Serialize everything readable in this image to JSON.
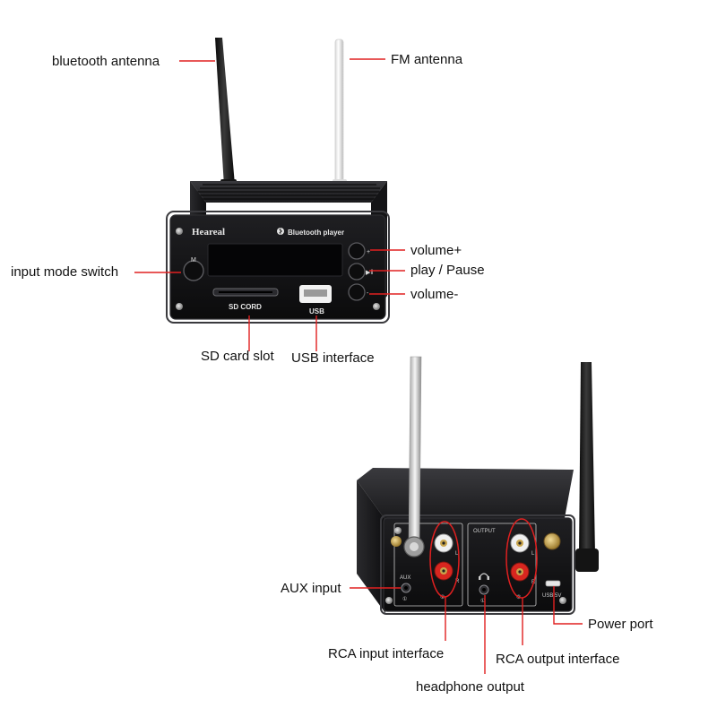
{
  "callouts": {
    "bluetooth_antenna": "bluetooth antenna",
    "fm_antenna": "FM antenna",
    "volume_up": "volume+",
    "play_pause": "play / Pause",
    "volume_down": "volume-",
    "input_mode_switch": "input mode switch",
    "sd_card_slot": "SD card slot",
    "usb_interface": "USB interface",
    "aux_input": "AUX input",
    "power_port": "Power port",
    "rca_input": "RCA input interface",
    "rca_output": "RCA output interface",
    "headphone_output": "headphone output"
  },
  "front_panel": {
    "brand": "Heareal",
    "bluetooth_label": "Bluetooth player",
    "sd_label": "SD CORD",
    "usb_label": "USB",
    "mode_button_glyph": "M",
    "vol_up_glyph": "+",
    "play_glyph": "▶‖",
    "vol_down_glyph": "-"
  },
  "rear_panel": {
    "aux_label": "AUX",
    "output_label": "OUTPUT",
    "power_label": "USB 5V",
    "input_l": "L",
    "input_r": "R",
    "output_l": "L",
    "output_r": "R",
    "num_1": "①",
    "num_2": "②"
  },
  "colors": {
    "leader_red": "#e02020",
    "device_black": "#1c1c1e",
    "device_face": "#101012",
    "rca_white": "#f0f0f0",
    "rca_red": "#d8261f",
    "gold": "#c9a650"
  },
  "icons": [
    "bluetooth-icon",
    "antenna-icon",
    "headphone-icon"
  ]
}
